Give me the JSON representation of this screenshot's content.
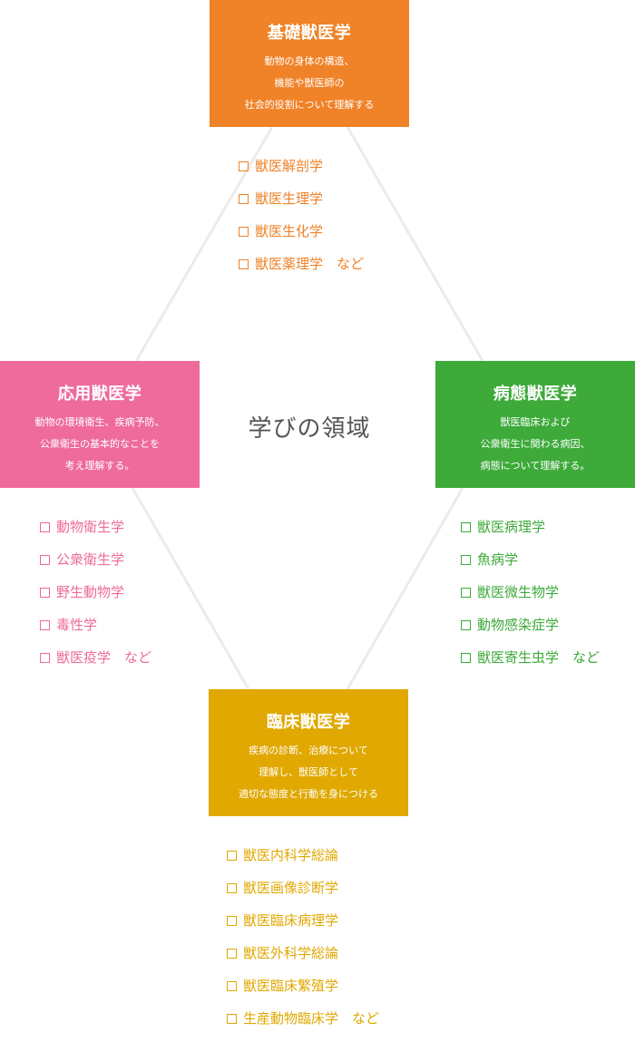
{
  "center_title": "学びの領域",
  "colors": {
    "basic": "#f08228",
    "applied": "#ee6b9c",
    "pathology": "#3daa3a",
    "clinical": "#e0a800",
    "line": "#ebebeb"
  },
  "basic": {
    "title": "基礎獣医学",
    "desc": [
      "動物の身体の構造、",
      "機能や獣医師の",
      "社会的役割について理解する"
    ],
    "items": [
      "獣医解剖学",
      "獣医生理学",
      "獣医生化学",
      "獣医薬理学　など"
    ]
  },
  "applied": {
    "title": "応用獣医学",
    "desc": [
      "動物の環境衛生、疾病予防、",
      "公衆衛生の基本的なことを",
      "考え理解する。"
    ],
    "items": [
      "動物衛生学",
      "公衆衛生学",
      "野生動物学",
      "毒性学",
      "獣医疫学　など"
    ]
  },
  "pathology": {
    "title": "病態獣医学",
    "desc": [
      "獣医臨床および",
      "公衆衛生に関わる病因、",
      "病態について理解する。"
    ],
    "items": [
      "獣医病理学",
      "魚病学",
      "獣医微生物学",
      "動物感染症学",
      "獣医寄生虫学　など"
    ]
  },
  "clinical": {
    "title": "臨床獣医学",
    "desc": [
      "疾病の診断、治療について",
      "理解し、獣医師として",
      "適切な態度と行動を身につける"
    ],
    "items": [
      "獣医内科学総論",
      "獣医画像診断学",
      "獣医臨床病理学",
      "獣医外科学総論",
      "獣医臨床繁殖学",
      "生産動物臨床学　など"
    ]
  }
}
